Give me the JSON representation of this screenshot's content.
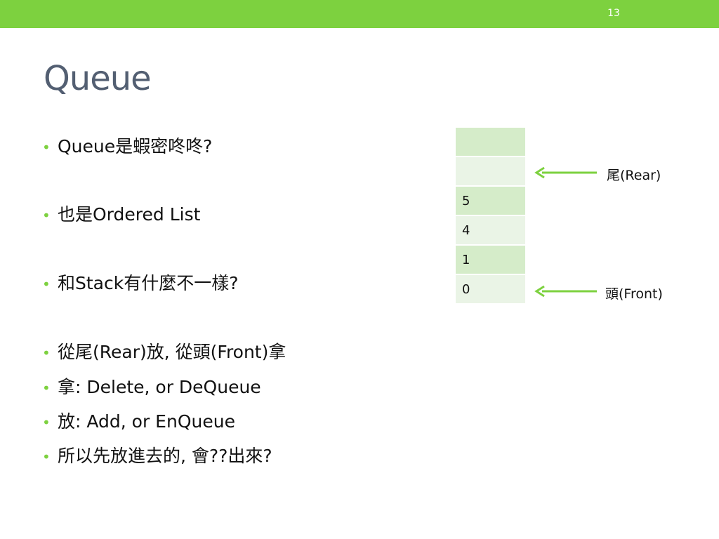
{
  "slide": {
    "number": "13",
    "title": "Queue"
  },
  "colors": {
    "accent": "#7dd13f",
    "title": "#535f72",
    "cell_dark": "#d5ecc9",
    "cell_light": "#eaf4e6"
  },
  "bullets": [
    {
      "text": "Queue是蝦密咚咚?"
    },
    {
      "text": "也是Ordered List"
    },
    {
      "text": "和Stack有什麼不一樣?"
    },
    {
      "text": "從尾(Rear)放, 從頭(Front)拿"
    },
    {
      "text": "拿: Delete, or DeQueue"
    },
    {
      "text": "放: Add, or EnQueue"
    },
    {
      "text": "所以先放進去的, 會??出來?"
    }
  ],
  "queue": {
    "cells": [
      "",
      "",
      "5",
      "4",
      "1",
      "0"
    ]
  },
  "pointers": {
    "rear_label": "尾(Rear)",
    "front_label": "頭(Front)"
  }
}
